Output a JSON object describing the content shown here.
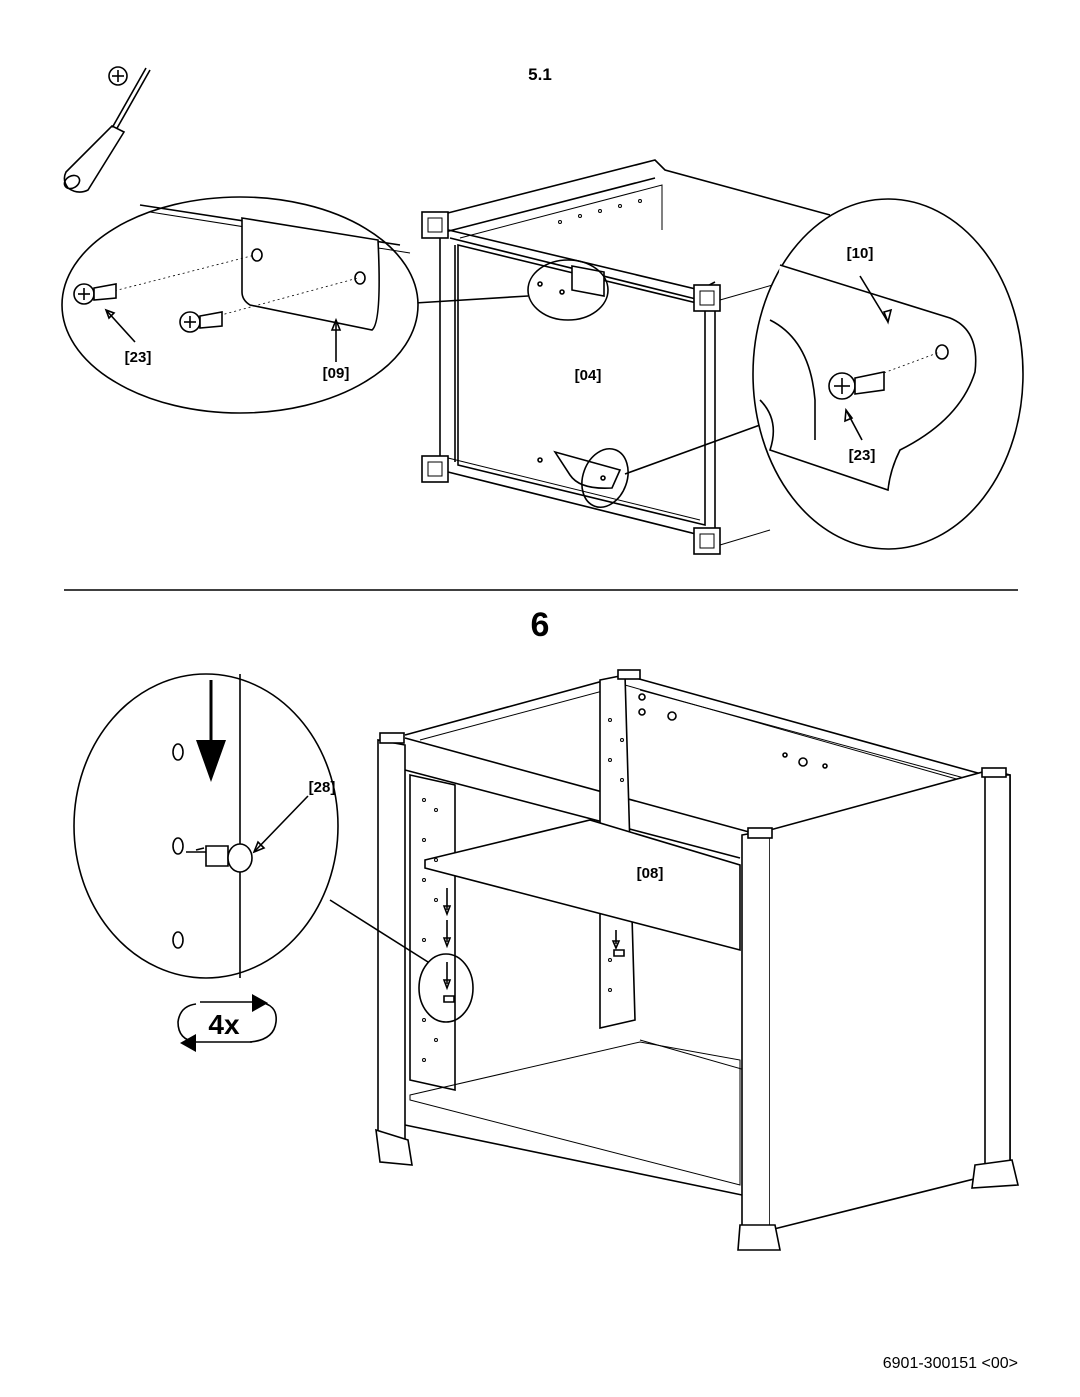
{
  "steps": {
    "step_5_1": {
      "number": "5.1",
      "parts": {
        "panel": "[04]",
        "bracket_top": "[09]",
        "bracket_bottom": "[10]",
        "screw_left": "[23]",
        "screw_right": "[23]"
      },
      "tool_icon": "phillips-screwdriver-icon"
    },
    "step_6": {
      "number": "6",
      "parts": {
        "shelf": "[08]",
        "shelf_pin": "[28]"
      },
      "repeat_count": "4x",
      "repeat_icon": "rotate-arrows-icon"
    }
  },
  "footer": {
    "doc_id": "6901-300151 <00>"
  }
}
